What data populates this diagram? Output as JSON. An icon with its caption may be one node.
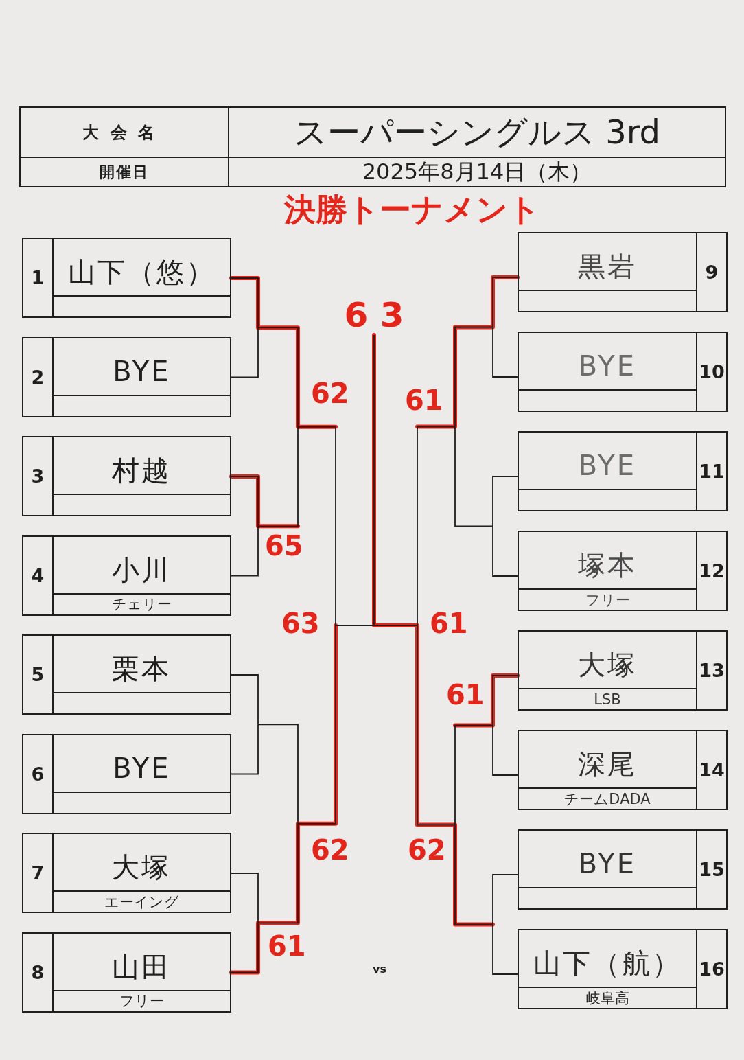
{
  "diagram": {
    "title": "決勝トーナメント",
    "nodes": [
      {
        "text": [
          "1",
          "山下（悠）"
        ]
      },
      {
        "text": [
          "2",
          "BYE"
        ]
      },
      {
        "text": [
          "3",
          "村越"
        ]
      },
      {
        "text": [
          "4",
          "小川",
          "チェリー"
        ]
      },
      {
        "text": [
          "5",
          "栗本"
        ]
      },
      {
        "text": [
          "6",
          "BYE"
        ]
      },
      {
        "text": [
          "7",
          "大塚",
          "エーイング"
        ]
      },
      {
        "text": [
          "8",
          "山田",
          "フリー"
        ]
      },
      {
        "text": [
          "黒岩",
          "9"
        ]
      },
      {
        "text": [
          "BYE",
          "10"
        ]
      },
      {
        "text": [
          "BYE",
          "11"
        ]
      },
      {
        "text": [
          "塚本",
          "フリー",
          "12"
        ]
      },
      {
        "text": [
          "大塚",
          "LSB",
          "13"
        ]
      },
      {
        "text": [
          "深尾",
          "チームDADA",
          "14"
        ]
      },
      {
        "text": [
          "BYE",
          "15"
        ]
      },
      {
        "text": [
          "山下（航）",
          "岐阜高",
          "16"
        ]
      },
      {
        "text": [
          "6 3"
        ]
      }
    ],
    "edges": [
      {
        "from": 0,
        "to": 16,
        "arrow": "none"
      },
      {
        "from": 1,
        "to": 16,
        "arrow": "none"
      },
      {
        "from": 2,
        "to": 16,
        "arrow": "none"
      },
      {
        "from": 3,
        "to": 16,
        "arrow": "none"
      },
      {
        "from": 4,
        "to": 16,
        "arrow": "none"
      },
      {
        "from": 5,
        "to": 16,
        "arrow": "none"
      },
      {
        "from": 6,
        "to": 16,
        "arrow": "none"
      },
      {
        "from": 7,
        "to": 16,
        "arrow": "none"
      },
      {
        "from": 8,
        "to": 16,
        "arrow": "none"
      },
      {
        "from": 9,
        "to": 16,
        "arrow": "none"
      },
      {
        "from": 10,
        "to": 16,
        "arrow": "none"
      },
      {
        "from": 11,
        "to": 16,
        "arrow": "none"
      },
      {
        "from": 12,
        "to": 16,
        "arrow": "none"
      },
      {
        "from": 13,
        "to": 16,
        "arrow": "none"
      },
      {
        "from": 14,
        "to": 16,
        "arrow": "none"
      },
      {
        "from": 15,
        "to": 16,
        "arrow": "none"
      }
    ],
    "labels": [
      "大会名",
      "スーパーシングルス 3rd",
      "開催日",
      "2025年8月14日（木）",
      "62",
      "61",
      "65",
      "63",
      "61",
      "61",
      "62",
      "62",
      "61",
      "vs"
    ]
  }
}
